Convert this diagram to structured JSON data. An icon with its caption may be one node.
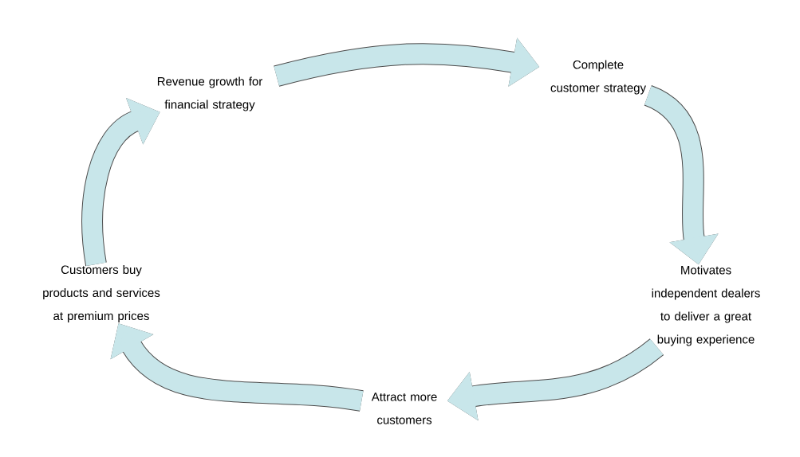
{
  "diagram": {
    "nodes": [
      {
        "text": [
          "Revenue growth for financial strategy"
        ]
      },
      {
        "text": [
          "Complete customer strategy"
        ]
      },
      {
        "text": [
          "Motivates independent dealers to deliver a great buying experience"
        ]
      },
      {
        "text": [
          "Attract more customers"
        ]
      },
      {
        "text": [
          "Customers buy products and services at premium prices"
        ]
      }
    ],
    "edges": [
      {
        "from": 0,
        "to": 1,
        "arrow": "to"
      },
      {
        "from": 1,
        "to": 2,
        "arrow": "to"
      },
      {
        "from": 2,
        "to": 3,
        "arrow": "to"
      },
      {
        "from": 3,
        "to": 4,
        "arrow": "to"
      },
      {
        "from": 4,
        "to": 0,
        "arrow": "to"
      }
    ]
  }
}
